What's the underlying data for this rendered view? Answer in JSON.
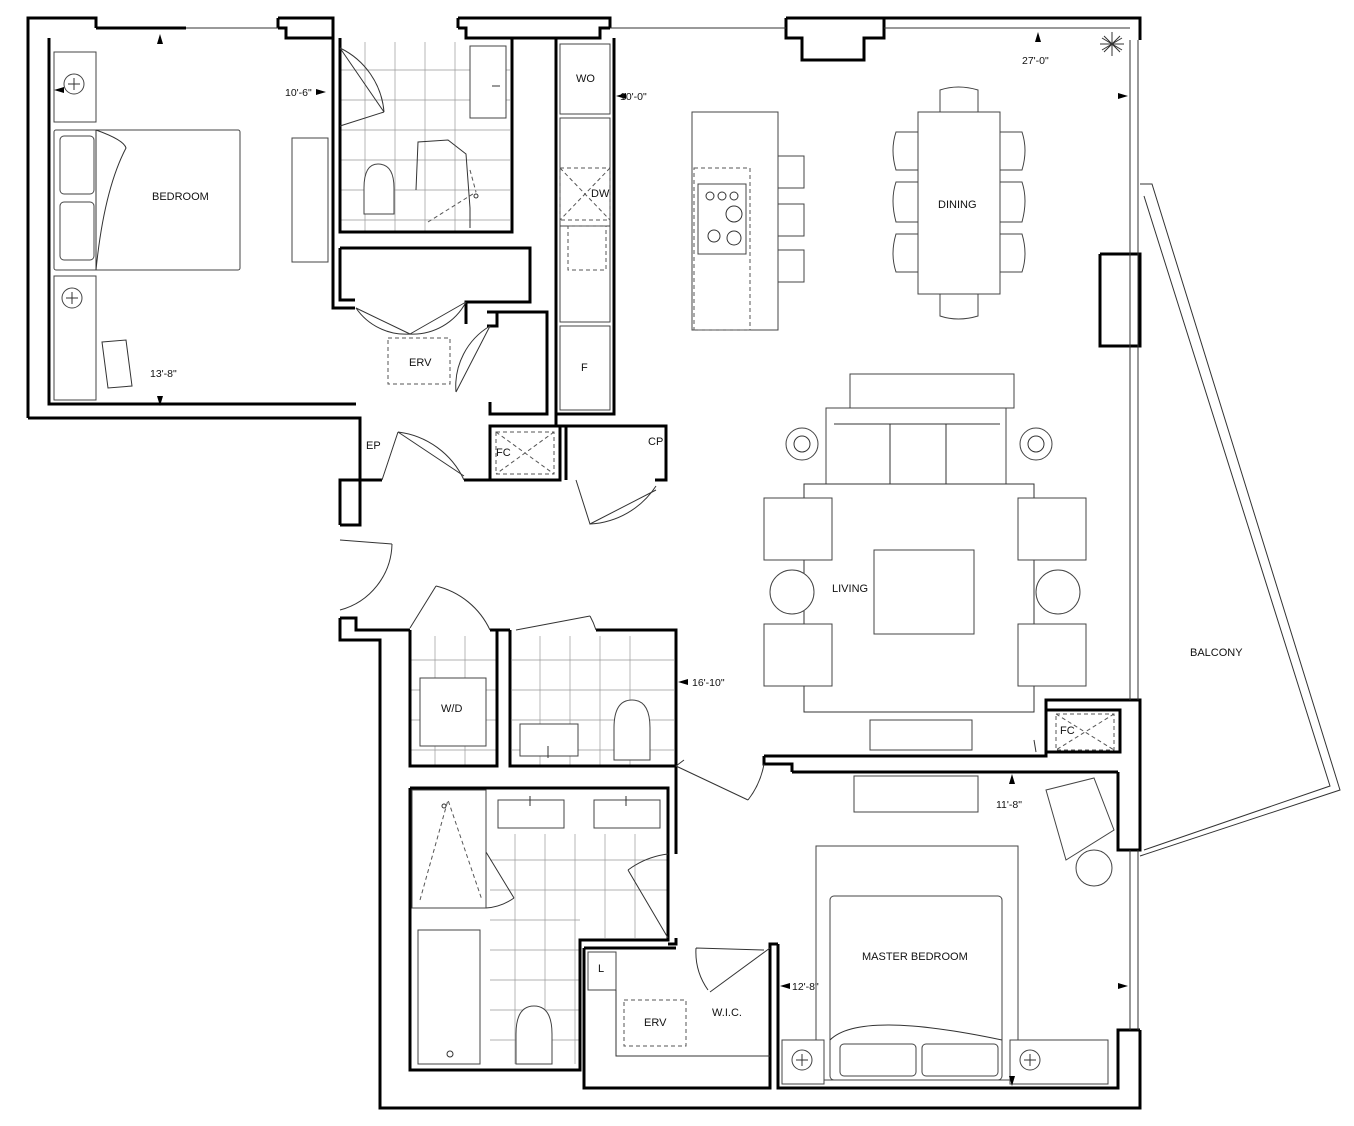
{
  "rooms": {
    "bedroom": "BEDROOM",
    "dining": "DINING",
    "living": "LIVING",
    "balcony": "BALCONY",
    "master_bedroom": "MASTER BEDROOM",
    "wic": "W.I.C.",
    "wd": "W/D",
    "erv_top": "ERV",
    "erv_wic": "ERV",
    "ep": "EP",
    "fc_hall": "FC",
    "fc_living": "FC",
    "cp": "CP",
    "wo": "WO",
    "dw": "DW",
    "fridge": "F",
    "linen": "L"
  },
  "dimensions": {
    "bedroom": "13'-8\"",
    "bath_top": "10'-6\"",
    "kitchen": "10'-0\"",
    "dining": "27'-0\"",
    "living": "16'-10\"",
    "master_top": "11'-8\"",
    "master_side": "12'-8\""
  }
}
